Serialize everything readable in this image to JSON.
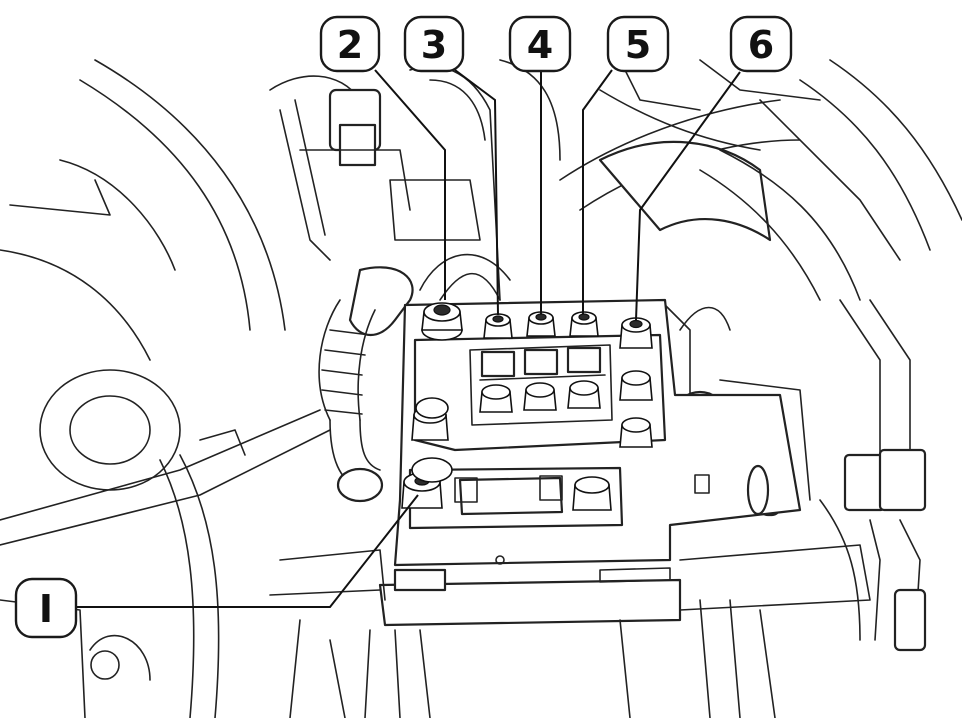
{
  "diagram": {
    "callouts": [
      {
        "id": "c2",
        "label": "2"
      },
      {
        "id": "c3",
        "label": "3"
      },
      {
        "id": "c4",
        "label": "4"
      },
      {
        "id": "c5",
        "label": "5"
      },
      {
        "id": "c6",
        "label": "6"
      },
      {
        "id": "c1",
        "label": "I"
      }
    ]
  },
  "colors": {
    "line": "#222222",
    "background": "#ffffff"
  }
}
